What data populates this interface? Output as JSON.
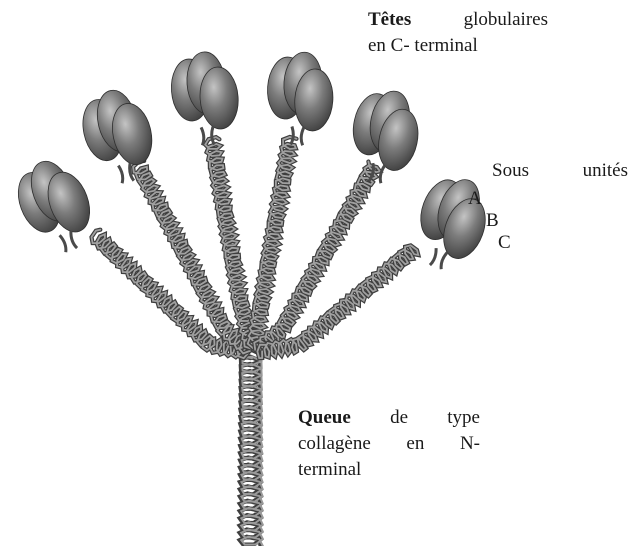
{
  "labels": {
    "heads_bold": "Têtes",
    "heads_rest": "globulaires",
    "heads_line2": "en C- terminal",
    "subunits": "Sous unités",
    "letter_a": "A",
    "letter_b": "B",
    "letter_c": "C",
    "tail_bold": "Queue",
    "tail_rest": "de type",
    "tail_line2": "collagène en N-",
    "tail_line3": "terminal"
  },
  "colors": {
    "head_fill": "#6f6f6f",
    "head_highlight": "#b8b8b8",
    "helix_stroke": "#5a5a5a",
    "text": "#1a1a1a"
  },
  "arms": [
    {
      "id": "arm-1",
      "subunits": [
        "A",
        "B",
        "C"
      ]
    },
    {
      "id": "arm-2",
      "subunits": [
        "A",
        "B",
        "C"
      ]
    },
    {
      "id": "arm-3",
      "subunits": [
        "A",
        "B",
        "C"
      ]
    },
    {
      "id": "arm-4",
      "subunits": [
        "A",
        "B",
        "C"
      ]
    },
    {
      "id": "arm-5",
      "subunits": [
        "A",
        "B",
        "C"
      ]
    },
    {
      "id": "arm-6",
      "subunits": [
        "A",
        "B",
        "C"
      ]
    }
  ]
}
